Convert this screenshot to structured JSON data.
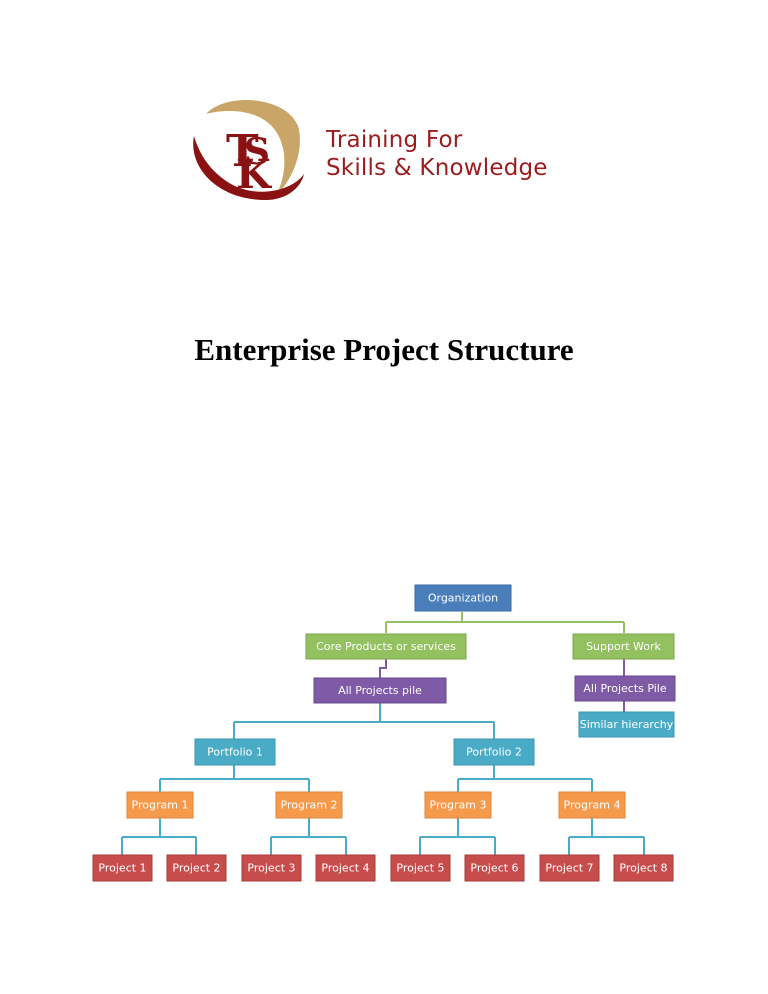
{
  "logo": {
    "line1": "Training For",
    "line2": "Skills & Knowledge"
  },
  "title": "Enterprise Project Structure",
  "colors": {
    "brand": "#9b1c1c",
    "organization": "#4a7ebb",
    "core": "#93c15f",
    "all_projects": "#7f5aa6",
    "portfolio": "#4aabc6",
    "program": "#f59a4a",
    "project": "#c74c4c"
  },
  "chart": {
    "organization": "Organization",
    "core": "Core Products or services",
    "support": "Support Work",
    "all_projects_pile": "All Projects pile",
    "all_projects_pile_support": "All Projects Pile",
    "similar_hierarchy": "Similar hierarchy",
    "portfolios": [
      "Portfolio 1",
      "Portfolio 2"
    ],
    "programs": [
      "Program 1",
      "Program 2",
      "Program 3",
      "Program 4"
    ],
    "projects": [
      "Project 1",
      "Project 2",
      "Project 3",
      "Project 4",
      "Project 5",
      "Project 6",
      "Project 7",
      "Project 8"
    ]
  }
}
